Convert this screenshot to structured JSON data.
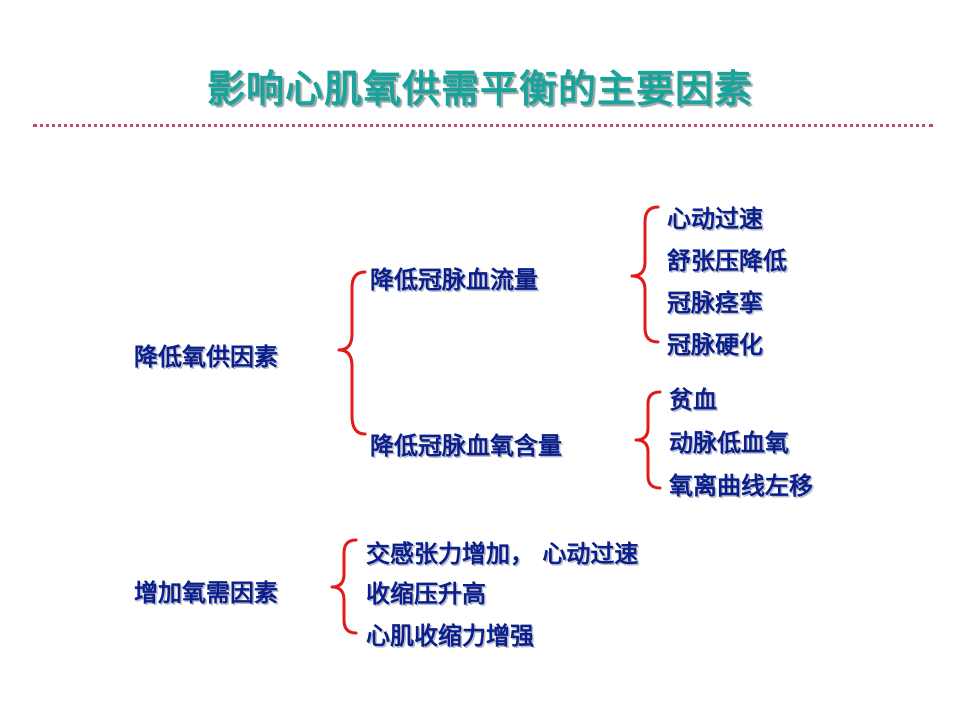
{
  "title": "影响心肌氧供需平衡的主要因素",
  "supply": {
    "root": "降低氧供因素",
    "flow": {
      "label": "降低冠脉血流量",
      "items": [
        "心动过速",
        "舒张压降低",
        "冠脉痉挛",
        "冠脉硬化"
      ]
    },
    "content": {
      "label": "降低冠脉血氧含量",
      "items": [
        "贫血",
        "动脉低血氧",
        "氧离曲线左移"
      ]
    }
  },
  "demand": {
    "root": "增加氧需因素",
    "items": [
      "交感张力增加， 心动过速",
      "收缩压升高",
      "心肌收缩力增强"
    ]
  },
  "colors": {
    "title": "#1aa39a",
    "text": "#0a1e8c",
    "bracket": "#e01b1b",
    "divider": "#c2477a"
  }
}
